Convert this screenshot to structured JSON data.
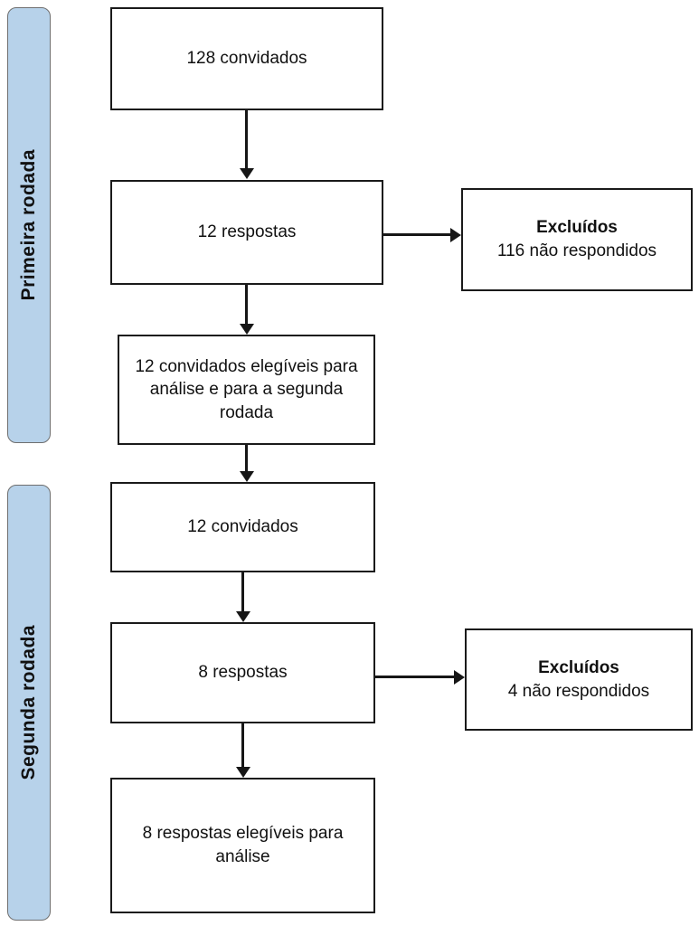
{
  "diagram": {
    "rounds": [
      {
        "label": "Primeira rodada"
      },
      {
        "label": "Segunda rodada"
      }
    ],
    "boxes": [
      {
        "label": "128 convidados"
      },
      {
        "label": "12 respostas"
      },
      {
        "label": "12 convidados elegíveis para análise e para a segunda rodada"
      },
      {
        "label": "12 convidados"
      },
      {
        "label": "8 respostas"
      },
      {
        "label": "8 respostas elegíveis para análise"
      }
    ],
    "excluded": [
      {
        "title": "Excluídos",
        "detail": "116 não respondidos"
      },
      {
        "title": "Excluídos",
        "detail": "4 não respondidos"
      }
    ],
    "colors": {
      "round_fill": "#b7d2ea",
      "round_border": "#6f6f6f",
      "box_border": "#1a1a1a",
      "arrow": "#161616",
      "background": "#ffffff"
    }
  }
}
